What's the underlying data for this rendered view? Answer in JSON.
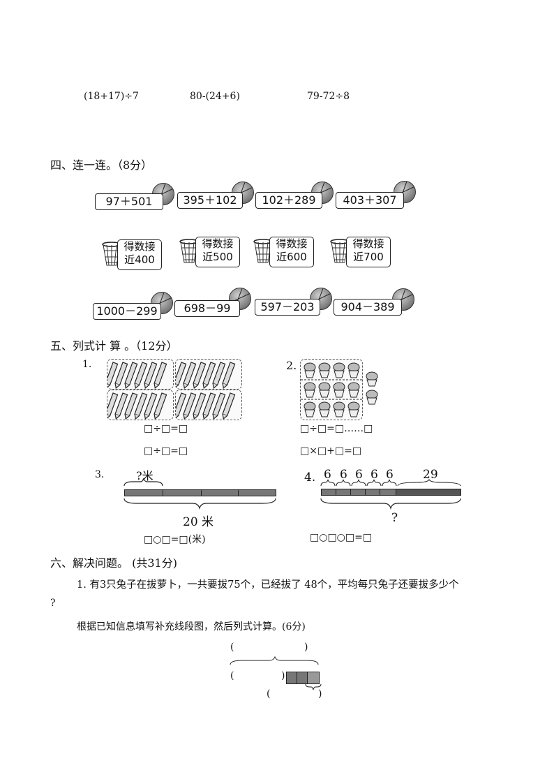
{
  "top_exprs": [
    "(18+17)÷7",
    "80-(24+6)",
    "79-72÷8"
  ],
  "section4": {
    "title": "四、连一连。（8分）",
    "top_exprs": [
      "97＋501",
      "395＋102",
      "102＋289",
      "403＋307"
    ],
    "signs": [
      {
        "line1": "得数接",
        "line2": "近400"
      },
      {
        "line1": "得数接",
        "line2": "近500"
      },
      {
        "line1": "得数接",
        "line2": "近600"
      },
      {
        "line1": "得数接",
        "line2": "近700"
      }
    ],
    "bottom_exprs": [
      "1000－299",
      "698－99",
      "597－203",
      "904－389"
    ]
  },
  "section5": {
    "title": "五、列式计 算 。（12分）",
    "q1": {
      "num": "1.",
      "eq1": "□÷□=□",
      "eq2": "□÷□=□"
    },
    "q2": {
      "num": "2.",
      "eq1": "□÷□=□……□",
      "eq2": "□×□+□=□"
    },
    "q3": {
      "num": "3.",
      "top_label": "?米",
      "bottom_label": "20 米",
      "eq": "□○□=□(米)"
    },
    "q4": {
      "num": "4.",
      "nums": [
        "6",
        "6",
        "6",
        "6",
        "6"
      ],
      "long": "29",
      "bottom_label": "?",
      "eq": "□○□○□=□"
    }
  },
  "section6": {
    "title": "六、解决问题。 (共31分)",
    "q1_text": "1. 有3只兔子在拔萝卜，一共要拔75个，已经拔了 48个，平均每只兔子还要拔多少个",
    "q1_text_cont": "?",
    "instruction": "根据已知信息填写补充线段图，然后列式计算。(6分)",
    "paren_open": "(",
    "paren_close": ")"
  }
}
